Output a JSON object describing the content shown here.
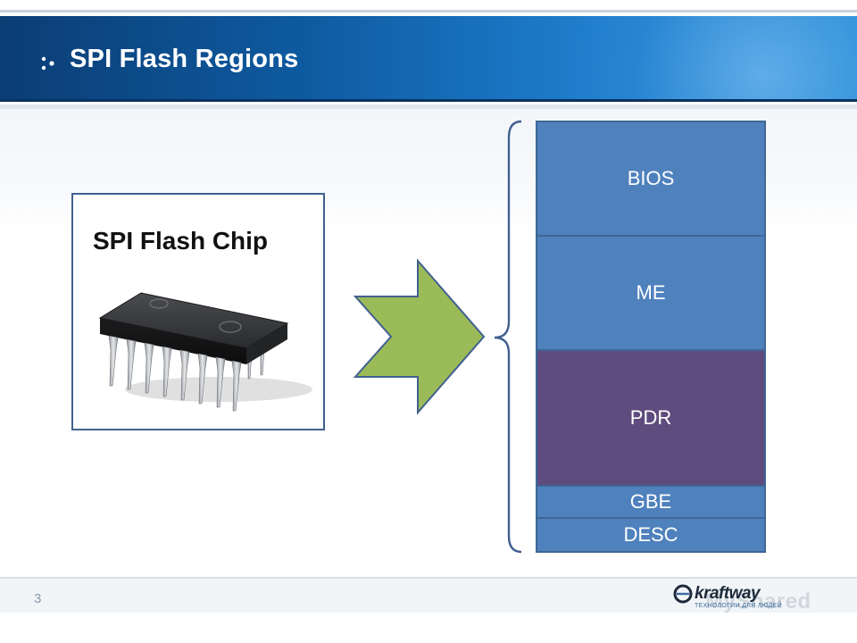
{
  "header": {
    "title": "SPI Flash Regions"
  },
  "chip": {
    "title": "SPI Flash Chip"
  },
  "regions": [
    {
      "label": "BIOS",
      "color": "#4f81bd"
    },
    {
      "label": "ME",
      "color": "#4f81bd"
    },
    {
      "label": "PDR",
      "color": "#5f4b7d"
    },
    {
      "label": "GBE",
      "color": "#4f81bd"
    },
    {
      "label": "DESC",
      "color": "#4f81bd"
    }
  ],
  "arrow": {
    "fill": "#9bbb59",
    "stroke": "#41608f"
  },
  "footer": {
    "page_number": "3",
    "brand_name": "kraftway",
    "brand_tagline": "ТЕХНОЛОГИИ ДЛЯ ЛЮДЕЙ",
    "watermark": "MyShared"
  }
}
